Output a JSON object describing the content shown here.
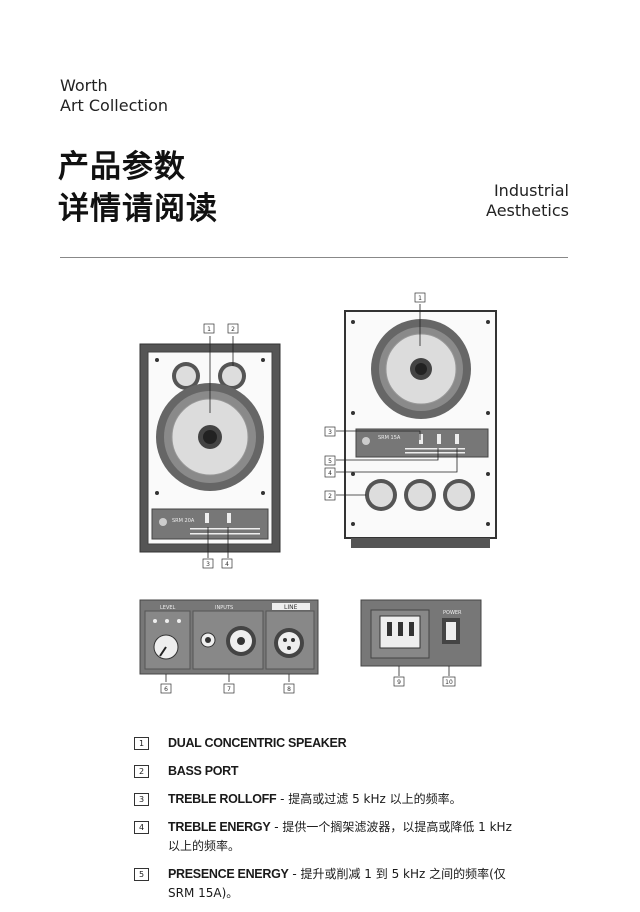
{
  "brand": {
    "line1": "Worth",
    "line2": "Art Collection"
  },
  "title": {
    "line1": "产品参数",
    "line2": "详情请阅读"
  },
  "tagline": {
    "line1": "Industrial",
    "line2": "Aesthetics"
  },
  "diagram": {
    "model_label": "SRM 20A",
    "model_label_b": "SRM 15A",
    "callouts_front": [
      "1",
      "2",
      "3",
      "4"
    ],
    "callouts_side": [
      "1",
      "3",
      "5",
      "4",
      "2"
    ],
    "panel_labels": {
      "level": "LEVEL",
      "inputs": "INPUTS",
      "line": "LINE",
      "power": "POWER"
    },
    "callouts_panels": [
      "6",
      "7",
      "8",
      "9",
      "10"
    ]
  },
  "legend": [
    {
      "num": "1",
      "name": "DUAL CONCENTRIC SPEAKER",
      "desc": ""
    },
    {
      "num": "2",
      "name": "BASS PORT",
      "desc": ""
    },
    {
      "num": "3",
      "name": "TREBLE ROLLOFF",
      "desc": " - 提高或过滤 5 kHz 以上的频率。"
    },
    {
      "num": "4",
      "name": "TREBLE ENERGY",
      "desc": " - 提供一个搁架滤波器，以提高或降低 1 kHz 以上的频率。"
    },
    {
      "num": "5",
      "name": "PRESENCE ENERGY",
      "desc": " - 提升或削减 1 到 5 kHz 之间的频率(仅 SRM 15A)。"
    }
  ]
}
